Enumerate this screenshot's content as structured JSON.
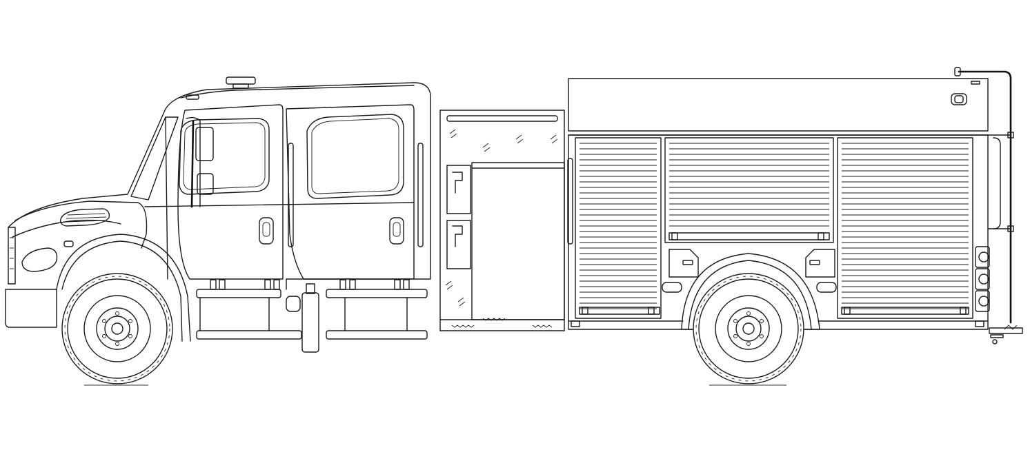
{
  "figure": {
    "subject": "fire-apparatus-side-elevation",
    "style": "black line art on white",
    "colors": {
      "background": "#ffffff",
      "line": "#1a1a1a",
      "ground": "#9a9a9a"
    },
    "components": {
      "cab_doors": 2,
      "wheels": 2,
      "roll_up_shutters": 3,
      "discharge_outlets": 3
    }
  }
}
